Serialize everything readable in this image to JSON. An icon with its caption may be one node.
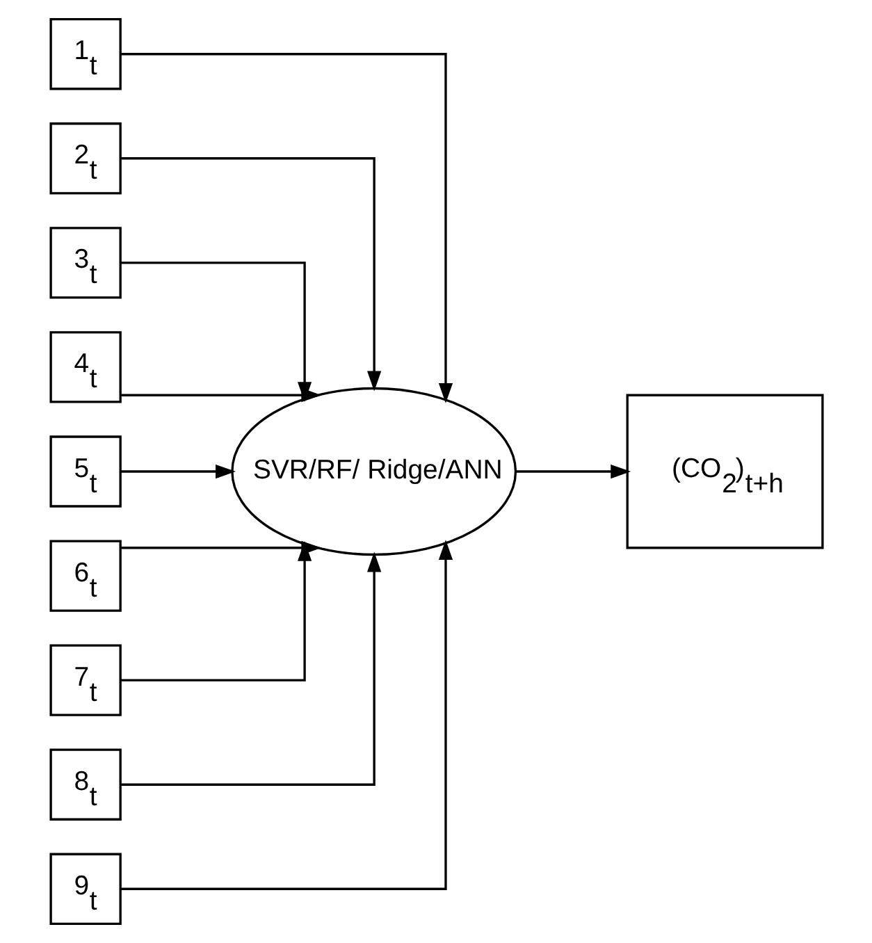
{
  "diagram": {
    "nodes": [
      {
        "text": [
          "1$_{t}$"
        ]
      },
      {
        "text": [
          "2$_{t}$"
        ]
      },
      {
        "text": [
          "3$_{t}$"
        ]
      },
      {
        "text": [
          "4$_{t}$"
        ]
      },
      {
        "text": [
          "5$_{t}$"
        ]
      },
      {
        "text": [
          "6$_{t}$"
        ]
      },
      {
        "text": [
          "7$_{t}$"
        ]
      },
      {
        "text": [
          "8$_{t}$"
        ]
      },
      {
        "text": [
          "9$_{t}$"
        ]
      },
      {
        "text": [
          "SVR/RF/ Ridge/ANN"
        ]
      },
      {
        "text": [
          "(CO$_{2}$)$_{t+h}$"
        ]
      }
    ],
    "edges": [
      {
        "from": 0,
        "to": 9,
        "arrow": "to"
      },
      {
        "from": 1,
        "to": 9,
        "arrow": "to"
      },
      {
        "from": 2,
        "to": 9,
        "arrow": "to"
      },
      {
        "from": 3,
        "to": 9,
        "arrow": "to"
      },
      {
        "from": 4,
        "to": 9,
        "arrow": "to"
      },
      {
        "from": 5,
        "to": 9,
        "arrow": "to"
      },
      {
        "from": 6,
        "to": 9,
        "arrow": "to"
      },
      {
        "from": 7,
        "to": 9,
        "arrow": "to"
      },
      {
        "from": 8,
        "to": 9,
        "arrow": "to"
      },
      {
        "from": 9,
        "to": 10,
        "arrow": "to"
      }
    ]
  }
}
